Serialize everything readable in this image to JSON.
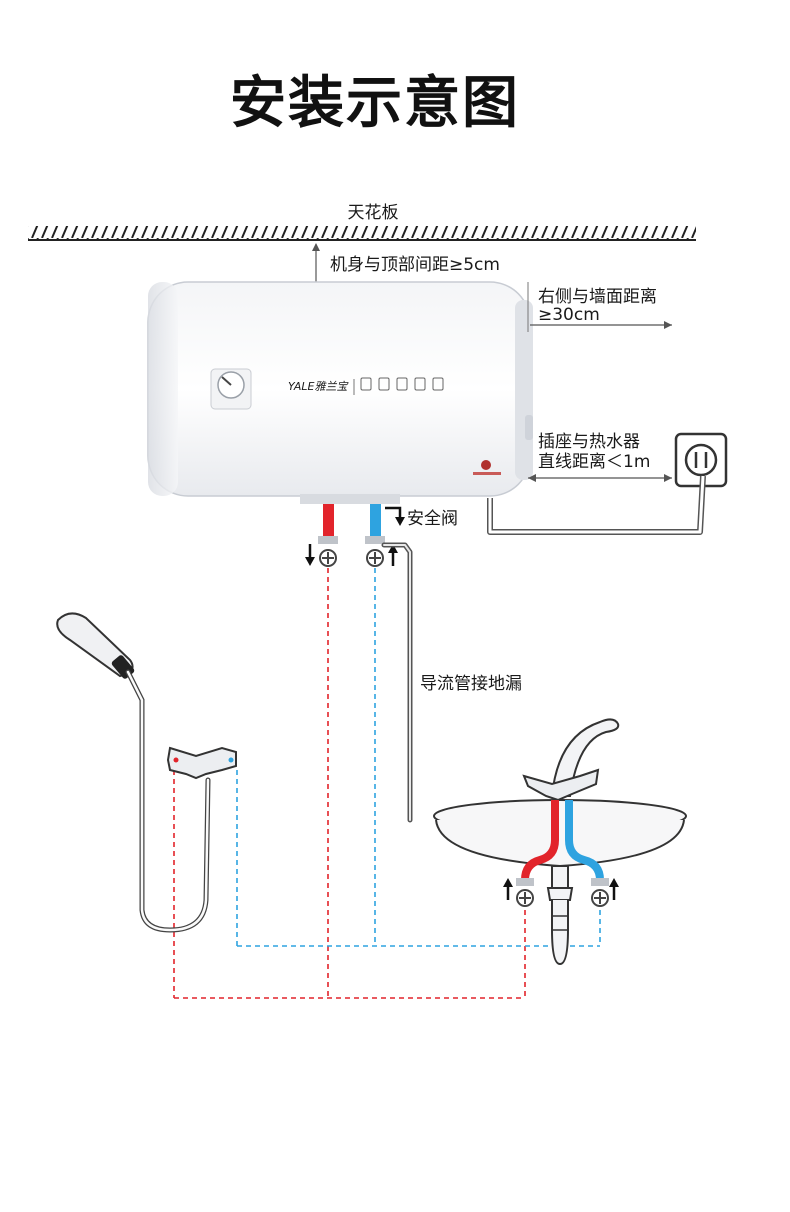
{
  "title": "安装示意图",
  "labels": {
    "ceiling": "天花板",
    "top_clearance": "机身与顶部间距≥5cm",
    "side_clearance_line1": "右侧与墙面距离",
    "side_clearance_line2": "≥30cm",
    "socket_line1": "插座与热水器",
    "socket_line2": "直线距离＜1m",
    "safety_valve": "安全阀",
    "drain": "导流管接地漏",
    "brand": "YALE雅兰宝"
  },
  "colors": {
    "hot": "#e2242b",
    "cold": "#2ea3e0",
    "line": "#3a3a3a"
  }
}
